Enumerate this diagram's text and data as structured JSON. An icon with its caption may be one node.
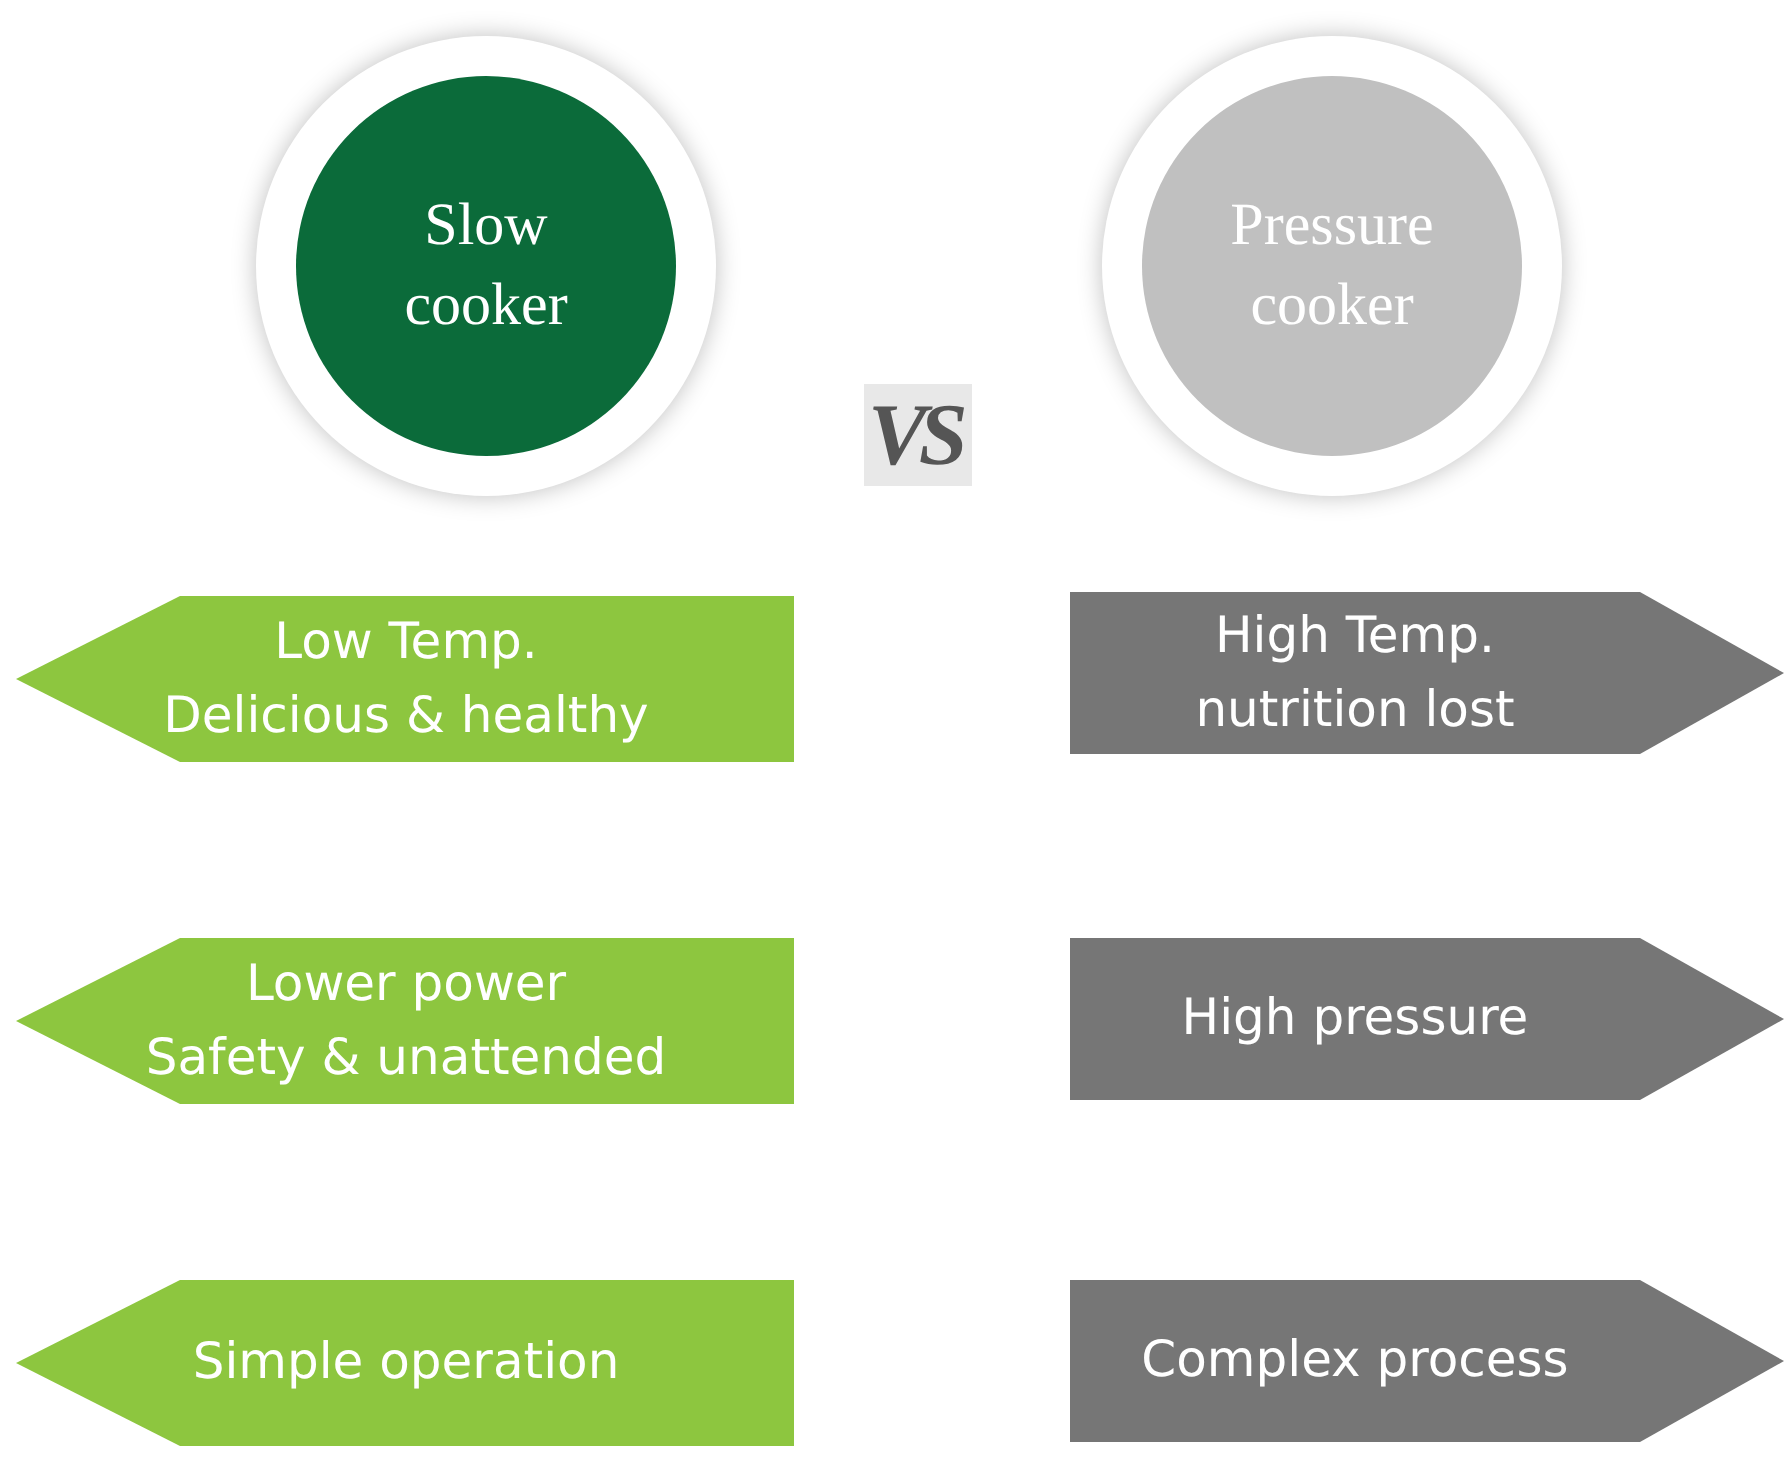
{
  "diagram": {
    "nodes": [
      {
        "text": [
          "Slow cooker"
        ]
      },
      {
        "text": [
          "Pressure cooker"
        ]
      },
      {
        "text": [
          "Low Temp.",
          "Delicious & healthy"
        ]
      },
      {
        "text": [
          "Lower power",
          "Safety & unattended"
        ]
      },
      {
        "text": [
          "Simple operation"
        ]
      },
      {
        "text": [
          "High Temp.",
          "nutrition lost"
        ]
      },
      {
        "text": [
          "High pressure"
        ]
      },
      {
        "text": [
          "Complex process"
        ]
      }
    ],
    "edges": [],
    "labels": [
      "VS"
    ]
  }
}
